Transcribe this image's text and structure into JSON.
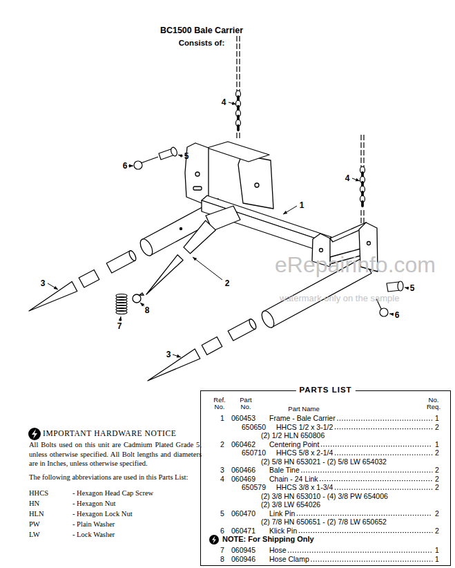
{
  "diagram": {
    "title": "BC1500 Bale Carrier",
    "nodes": [
      {
        "text": [
          "PARTS LIST"
        ]
      }
    ],
    "labels": [
      "Consists of:",
      "4",
      "5",
      "6",
      "1",
      "4",
      "2",
      "3",
      "8",
      "7",
      "5",
      "6",
      "3",
      "eRepairinfo.com",
      "watermark only on the sample",
      "IMPORTANT HARDWARE NOTICE",
      "All Bolts used on this unit are Cadmium Plated Grade 5, unless otherwise specified. All Bolt lengths and diameters are in Inches, unless otherwise specified.",
      "The following abbreviations are used in this Parts List:",
      "HHCS",
      "- Hexagon Head Cap Screw",
      "HN",
      "- Hexagon Nut",
      "HLN",
      "- Hexagon Lock Nut",
      "PW",
      "- Plain Washer",
      "LW",
      "- Lock Washer",
      "Ref. No.",
      "Part No.",
      "Part Name",
      "No. Req.",
      "1",
      "060453",
      "Frame - Bale Carrier",
      "1",
      "650650",
      "HHCS 1/2 x 3-1/2",
      "2",
      "(2) 1/2 HLN 650806",
      "2",
      "060462",
      "Centering Point",
      "1",
      "650710",
      "HHCS 5/8 x 2-1/4",
      "2",
      "(2) 5/8 HN 653021 - (2) 5/8 LW 654032",
      "3",
      "060466",
      "Bale Tine",
      "2",
      "4",
      "060469",
      "Chain - 24 Link",
      "2",
      "650579",
      "HHCS 3/8 x 1-3/4",
      "2",
      "(2) 3/8 HN 653010 - (4) 3/8 PW 654006",
      "(2) 3/8 LW 654026",
      "5",
      "060470",
      "Link Pin",
      "2",
      "(2) 7/8 HN 650651 - (2) 7/8 LW 650652",
      "6",
      "060471",
      "Klick Pin",
      "2",
      "NOTE: For Shipping Only",
      "7",
      "060945",
      "Hose",
      "1",
      "8",
      "060946",
      "Hose Clamp",
      "1"
    ]
  }
}
